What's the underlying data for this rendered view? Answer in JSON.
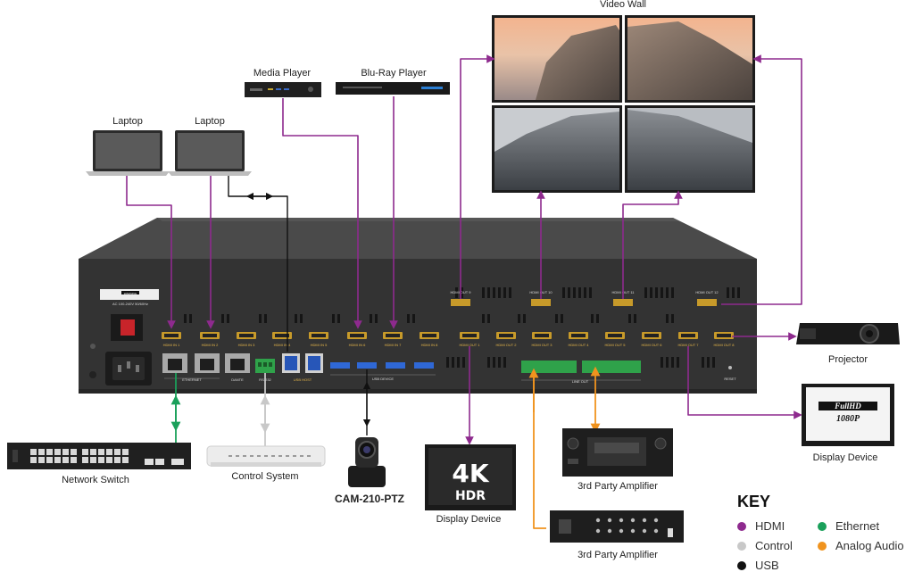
{
  "colors": {
    "hdmi": "#8e2a8e",
    "control": "#c8c8c8",
    "usb": "#111111",
    "ethernet": "#1aa05a",
    "analog_audio": "#f0931e",
    "chassis": "#3a3a3a"
  },
  "devices": {
    "video_wall": "Video Wall",
    "media_player": "Media Player",
    "bluray_player": "Blu-Ray Player",
    "laptop_1": "Laptop",
    "laptop_2": "Laptop",
    "projector": "Projector",
    "display_right": "Display Device",
    "display_bottom": "Display Device",
    "network_switch": "Network Switch",
    "control_system": "Control System",
    "camera": "CAM-210-PTZ",
    "amp_1": "3rd Party Amplifier",
    "amp_2": "3rd Party Amplifier"
  },
  "screens": {
    "display_4k": "4K",
    "display_hdr": "HDR",
    "fullhd_top": "FullHD",
    "fullhd_bottom": "1080P"
  },
  "panel": {
    "warning": "WARNING",
    "power": "AC 100-240V 50/60Hz",
    "hdmi_in": [
      "HDMI IN 1",
      "HDMI IN 2",
      "HDMI IN 3",
      "HDMI IN 4",
      "HDMI IN 5",
      "HDMI IN 6",
      "HDMI IN 7",
      "HDMI IN 8"
    ],
    "hdmi_out": [
      "HDMI OUT 1",
      "HDMI OUT 2",
      "HDMI OUT 3",
      "HDMI OUT 4",
      "HDMI OUT 5",
      "HDMI OUT 6",
      "HDMI OUT 7",
      "HDMI OUT 8"
    ],
    "hdmi_out_top": [
      "HDMI OUT 9",
      "HDMI OUT 10",
      "HDMI OUT 11",
      "HDMI OUT 12"
    ],
    "ethernet": "ETHERNET",
    "dante": "DANTE",
    "rs232": "RS-232",
    "usb_host": "USB HOST",
    "usb_device": "USB DEVICE",
    "line_out": "LINE OUT",
    "reset": "RESET"
  },
  "key": {
    "title": "KEY",
    "hdmi": "HDMI",
    "control": "Control",
    "usb": "USB",
    "ethernet": "Ethernet",
    "analog_audio": "Analog Audio"
  }
}
